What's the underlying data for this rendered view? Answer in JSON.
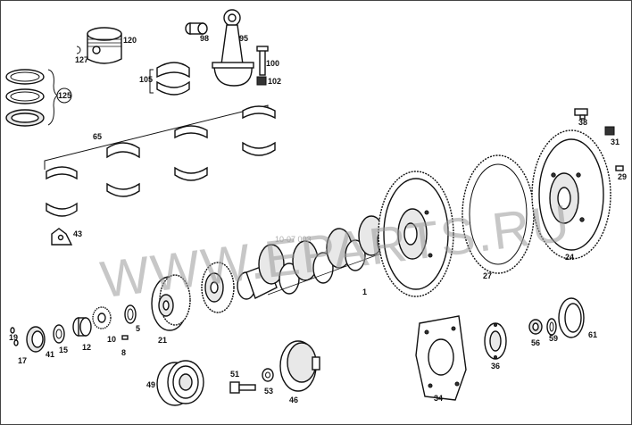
{
  "watermark": {
    "main": "WWW.EPARTS.RU",
    "small": "10-07 003"
  },
  "labels": {
    "p1": "1",
    "p5": "5",
    "p8": "8",
    "p10": "10",
    "p12": "12",
    "p15": "15",
    "p17": "17",
    "p19": "19",
    "p21": "21",
    "p24": "24",
    "p27": "27",
    "p29": "29",
    "p31": "31",
    "p34": "34",
    "p36": "36",
    "p38": "38",
    "p41": "41",
    "p43": "43",
    "p46": "46",
    "p49": "49",
    "p51": "51",
    "p53": "53",
    "p56": "56",
    "p59": "59",
    "p61": "61",
    "p65": "65",
    "p95": "95",
    "p98": "98",
    "p100": "100",
    "p102": "102",
    "p105": "105",
    "p120": "120",
    "p125": "125",
    "p127": "127"
  }
}
